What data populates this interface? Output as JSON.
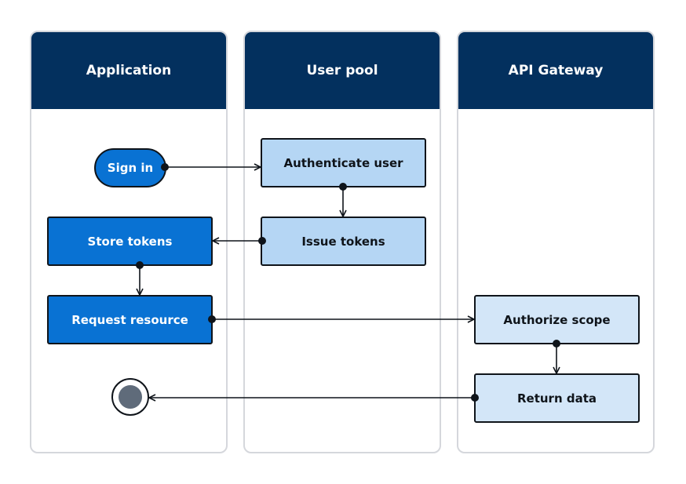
{
  "lanes": [
    {
      "title": "Application"
    },
    {
      "title": "User pool"
    },
    {
      "title": "API Gateway"
    }
  ],
  "nodes": {
    "sign_in": "Sign in",
    "authenticate_user": "Authenticate user",
    "store_tokens": "Store tokens",
    "issue_tokens": "Issue tokens",
    "request_resource": "Request resource",
    "authorize_scope": "Authorize scope",
    "return_data": "Return data"
  },
  "colors": {
    "header": "#03305e",
    "primary_box": "#0972d3",
    "secondary_box": "#b5d6f4",
    "tertiary_box": "#d3e6f8",
    "end_node": "#5f6b7a"
  }
}
